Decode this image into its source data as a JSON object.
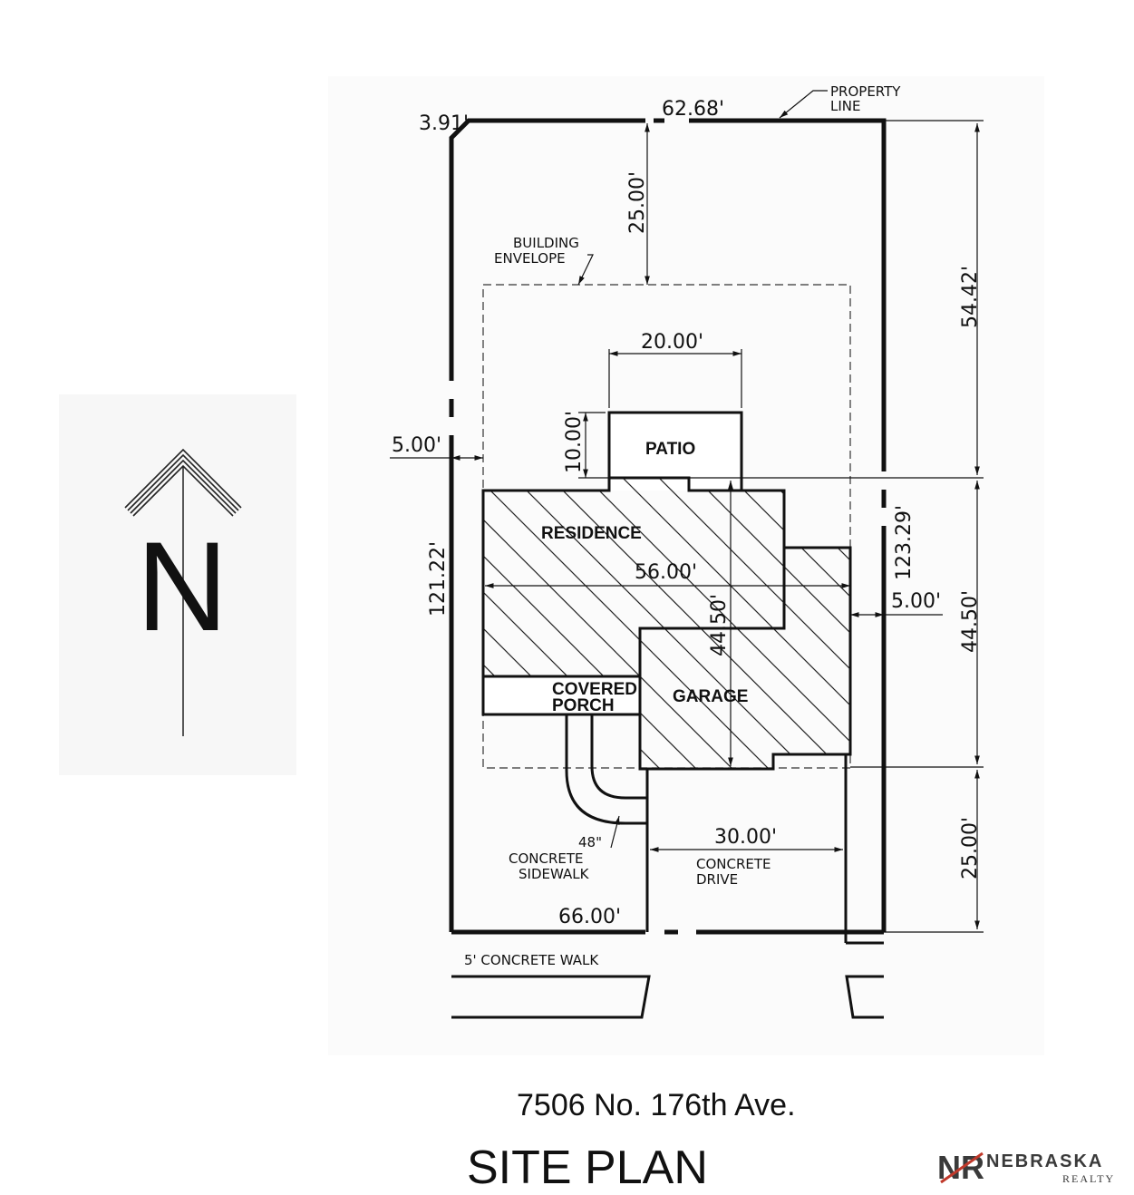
{
  "compass": {
    "letter": "N"
  },
  "labels": {
    "property_line": [
      "PROPERTY",
      "LINE"
    ],
    "building_envelope": [
      "BUILDING",
      "ENVELOPE"
    ],
    "patio": "PATIO",
    "residence": "RESIDENCE",
    "garage": "GARAGE",
    "covered_porch": [
      "COVERED",
      "PORCH"
    ],
    "sidewalk_width": "48\"",
    "concrete_sidewalk": [
      "CONCRETE",
      "SIDEWALK"
    ],
    "concrete_drive": [
      "CONCRETE",
      "DRIVE"
    ],
    "concrete_walk": "5' CONCRETE  WALK"
  },
  "dimensions": {
    "corner_chamfer": "3.91'",
    "top_frontage": "62.68'",
    "front_setback_top": "25.00'",
    "patio_width": "20.00'",
    "patio_depth": "10.00'",
    "side_setback_left": "5.00'",
    "left_lot_depth": "121.22'",
    "building_width": "56.00'",
    "building_depth": "44.50'",
    "right_lot_depth": "123.29'",
    "side_setback_right": "5.00'",
    "right_upper": "54.42'",
    "right_middle": "44.50'",
    "right_lower": "25.00'",
    "drive_width": "30.00'",
    "bottom_frontage": "66.00'"
  },
  "footer": {
    "address": "7506 No. 176th Ave.",
    "title": "SITE PLAN"
  },
  "brand": {
    "logo_text": "NR",
    "name": "NEBRASKA",
    "sub": "REALTY",
    "accent": "#c0392b"
  }
}
